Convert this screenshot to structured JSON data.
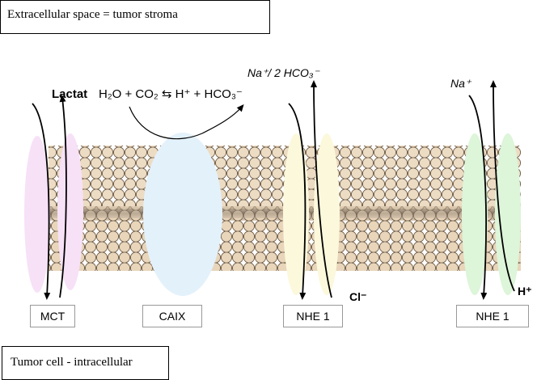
{
  "extracellular_label": "Extracellular space = tumor stroma",
  "intracellular_label": "Tumor cell - intracellular",
  "transporters": {
    "mct": "MCT",
    "caix": "CAIX",
    "nhe1_a": "NHE  1",
    "nhe1_b": "NHE 1"
  },
  "ions": {
    "lactat": "Lactat",
    "na_hco3": "Na⁺/  2 HCO₃⁻",
    "na_plus": "Na⁺",
    "cl_minus": "Cl⁻",
    "h_plus": "H⁺"
  },
  "reaction": "H₂O + CO₂ ⇆ H⁺ + HCO₃⁻",
  "colors": {
    "mct": "#f7e1f7",
    "caix": "#e3f1fb",
    "nhe1_a": "#fcf8dc",
    "nhe1_b": "#ddf5d9",
    "lipid_head": "#e9d8c0",
    "lipid_edge": "#5a4a3a"
  }
}
